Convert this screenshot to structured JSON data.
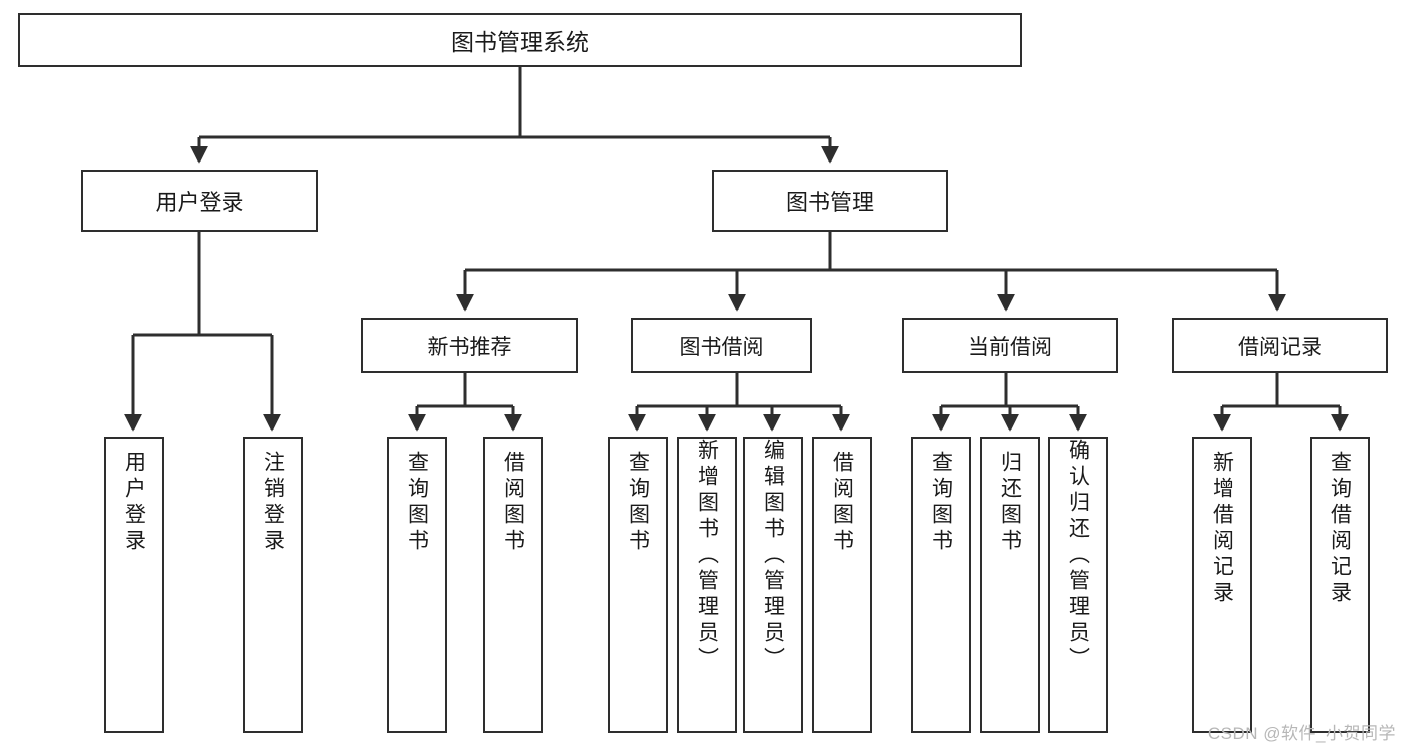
{
  "diagram": {
    "title": "图书管理系统",
    "root": {
      "label": "图书管理系统"
    },
    "level2": [
      {
        "label": "用户登录"
      },
      {
        "label": "图书管理"
      }
    ],
    "level3": [
      {
        "label": "新书推荐"
      },
      {
        "label": "图书借阅"
      },
      {
        "label": "当前借阅"
      },
      {
        "label": "借阅记录"
      }
    ],
    "leaves": {
      "user_login": [
        {
          "label": "用户登录"
        },
        {
          "label": "注销登录"
        }
      ],
      "new_book_recommend": [
        {
          "label": "查询图书"
        },
        {
          "label": "借阅图书"
        }
      ],
      "book_borrow": [
        {
          "label": "查询图书"
        },
        {
          "label": "新增图书（管理员）"
        },
        {
          "label": "编辑图书（管理员）"
        },
        {
          "label": "借阅图书"
        }
      ],
      "current_borrow": [
        {
          "label": "查询图书"
        },
        {
          "label": "归还图书"
        },
        {
          "label": "确认归还（管理员）"
        }
      ],
      "borrow_record": [
        {
          "label": "新增借阅记录"
        },
        {
          "label": "查询借阅记录"
        }
      ]
    },
    "watermark": "CSDN @软件_小贺同学",
    "colors": {
      "stroke": "#2e2e2e",
      "background": "#ffffff",
      "text": "#1a1a1a",
      "watermark": "#b7b7b7"
    }
  }
}
